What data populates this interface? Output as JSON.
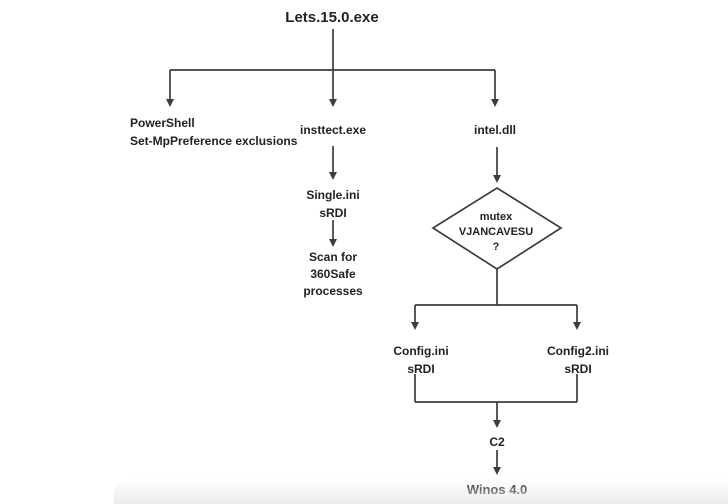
{
  "diagram": {
    "title": "Lets.15.0.exe",
    "nodes": {
      "powershell": {
        "line1": "PowerShell",
        "line2": "Set-MpPreference exclusions"
      },
      "insttect": {
        "label": "insttect.exe"
      },
      "intel": {
        "label": "intel.dll"
      },
      "single_ini": {
        "line1": "Single.ini",
        "line2": "sRDI"
      },
      "scan_360safe": {
        "line1": "Scan for",
        "line2": "360Safe",
        "line3": "processes"
      },
      "mutex_decision": {
        "line1": "mutex",
        "line2": "VJANCAVESU",
        "line3": "?"
      },
      "config_ini": {
        "line1": "Config.ini",
        "line2": "sRDI"
      },
      "config2_ini": {
        "line1": "Config2.ini",
        "line2": "sRDI"
      },
      "c2": {
        "label": "C2"
      },
      "winos": {
        "label": "Winos 4.0"
      }
    },
    "colors": {
      "background": "#ffffff",
      "text": "#222222",
      "line": "#3d3d3d"
    }
  }
}
